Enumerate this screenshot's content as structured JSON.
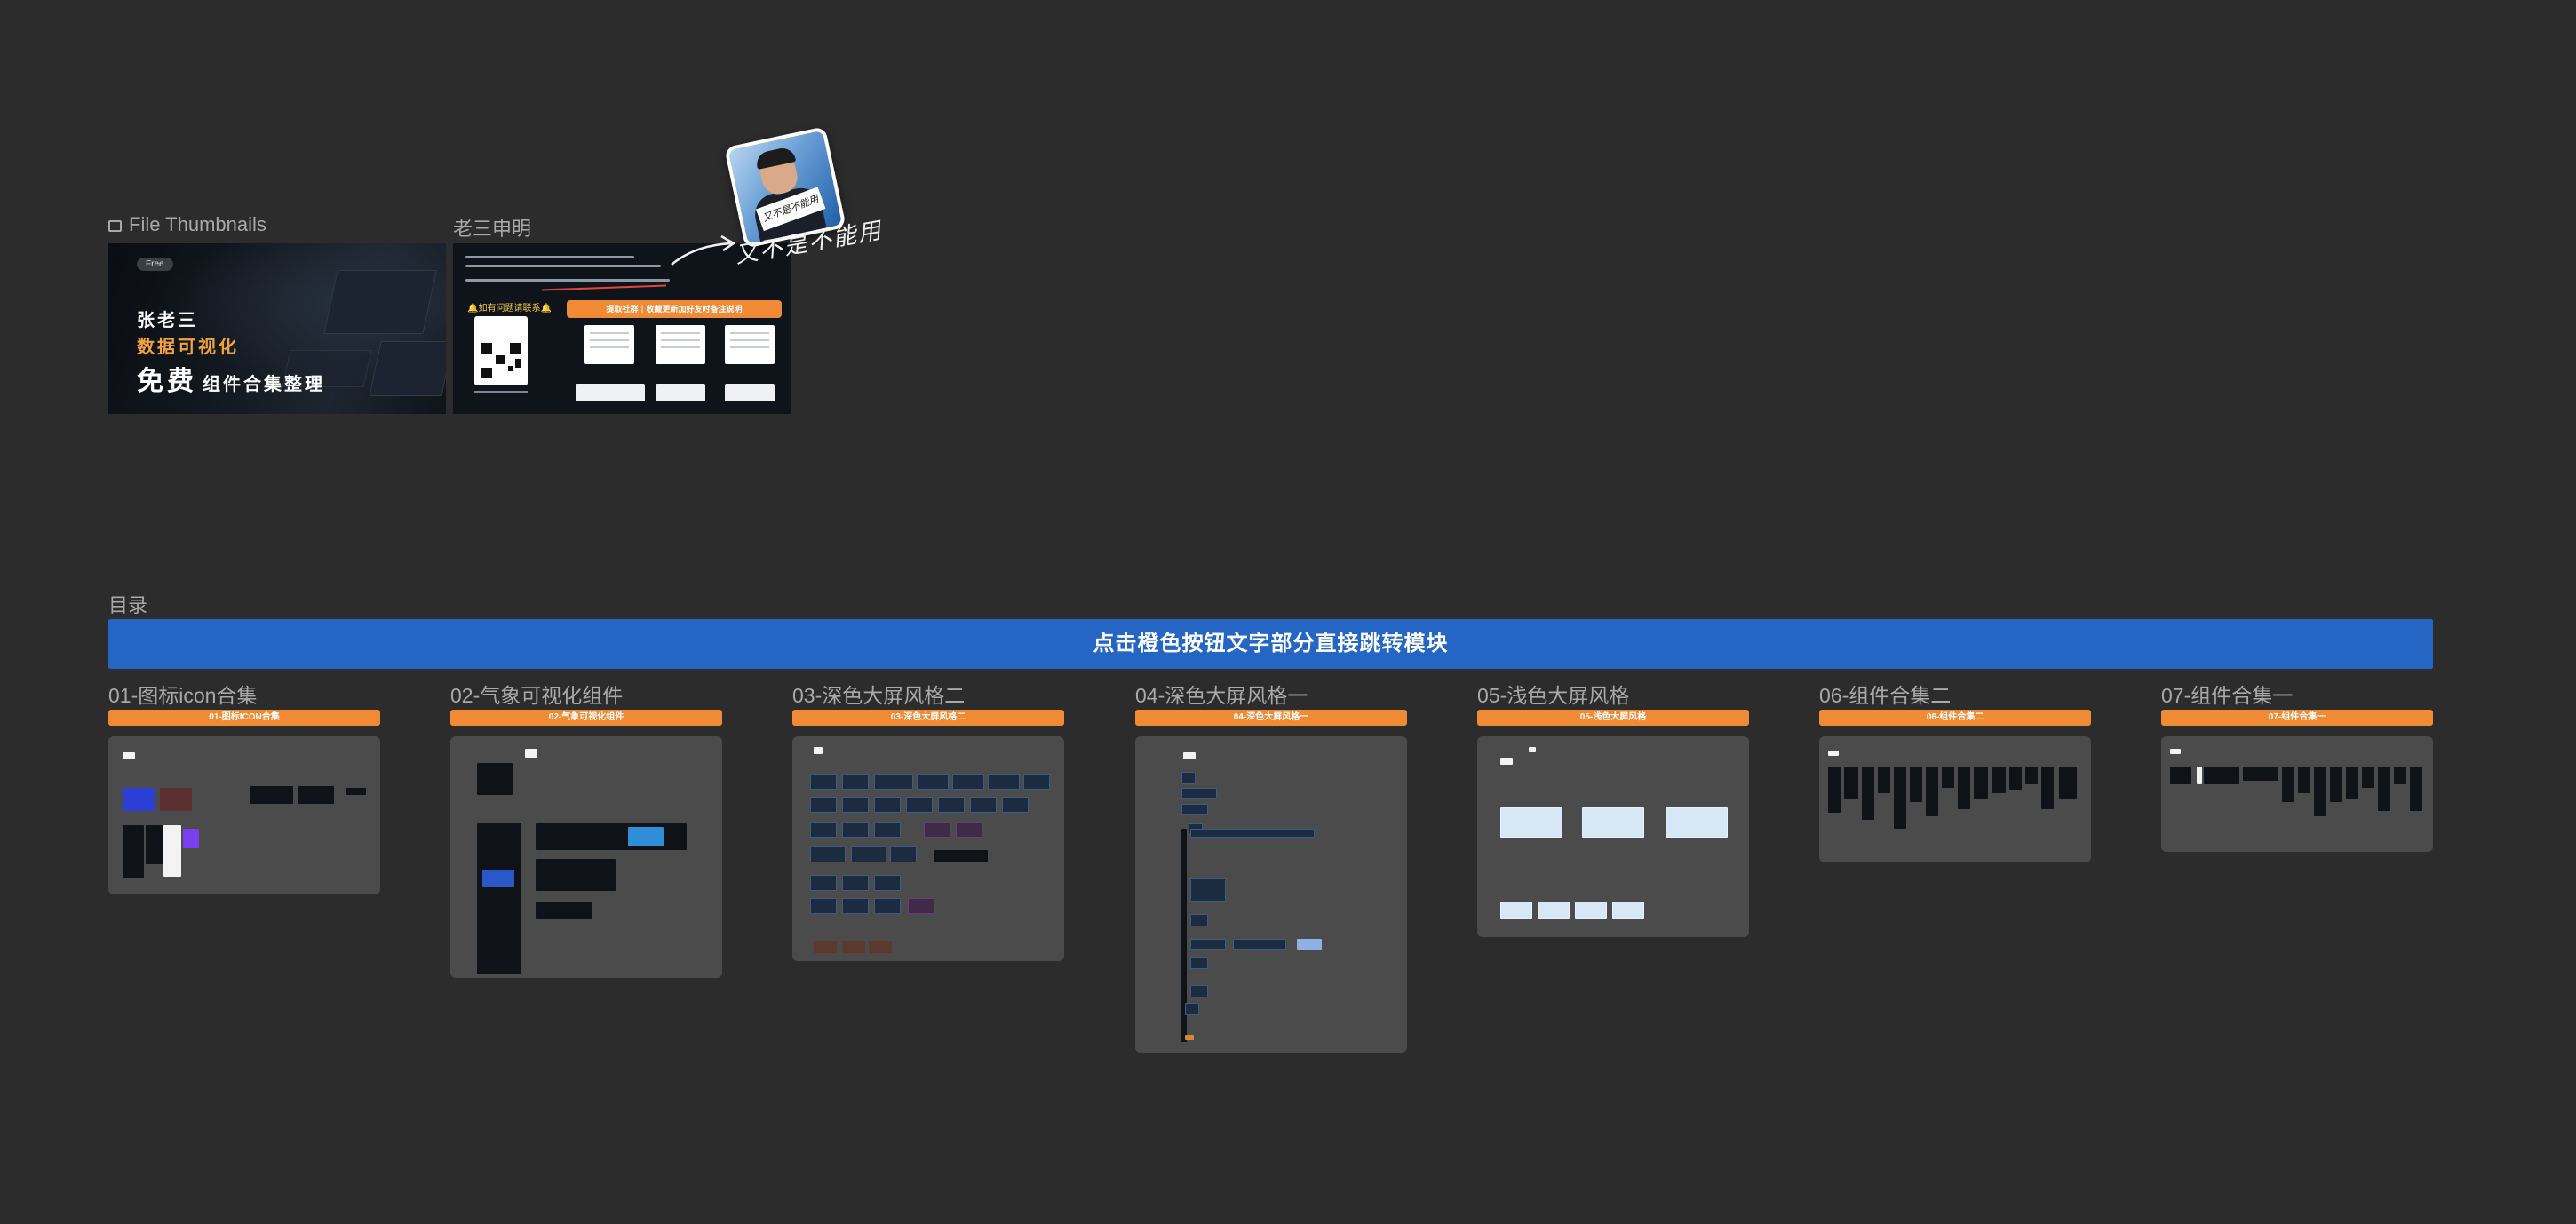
{
  "thumbnails": {
    "file_frame_label": "File Thumbnails",
    "statement_frame_label": "老三申明",
    "thumb1": {
      "pill": "Free",
      "name": "张老三",
      "subtitle": "数据可视化",
      "big": "免费",
      "big_suffix": "组件合集整理"
    },
    "thumb2": {
      "contact_label": "如有问题请联系",
      "orange_button": "提取社群｜收藏更新加好友时备注说明"
    },
    "hand_note": "又不是不能用",
    "avatar_sign": "又不是不能用"
  },
  "toc": {
    "label": "目录",
    "banner": "点击橙色按钮文字部分直接跳转模块",
    "sections": [
      {
        "title": "01-图标icon合集",
        "button": "01-图标ICON合集"
      },
      {
        "title": "02-气象可视化组件",
        "button": "02-气象可视化组件"
      },
      {
        "title": "03-深色大屏风格二",
        "button": "03-深色大屏风格二"
      },
      {
        "title": "04-深色大屏风格一",
        "button": "04-深色大屏风格一"
      },
      {
        "title": "05-浅色大屏风格",
        "button": "05-浅色大屏风格"
      },
      {
        "title": "06-组件合集二",
        "button": "06-组件合集二"
      },
      {
        "title": "07-组件合集一",
        "button": "07-组件合集一"
      }
    ]
  },
  "colors": {
    "canvas": "#2c2c2c",
    "banner": "#2565c4",
    "orange": "#f08a34",
    "preview_bg": "#4b4b4b"
  }
}
